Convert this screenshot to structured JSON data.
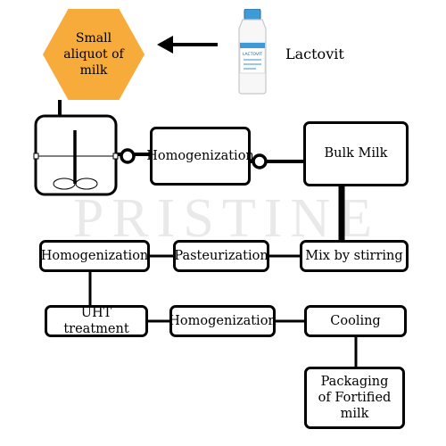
{
  "watermark": "PRISTINE",
  "inputs": {
    "aliquot": "Small aliquot of milk",
    "product": "Lactovit",
    "bottle_label": "LACTOVIT"
  },
  "steps": {
    "homogenization_1": "Homogenization",
    "bulk_milk": "Bulk Milk",
    "mix": "Mix by stirring",
    "pasteurization": "Pasteurization",
    "homogenization_2": "Homogenization",
    "uht": "UHT treatment",
    "homogenization_3": "Homogenization",
    "cooling": "Cooling",
    "packaging": "Packaging of Fortified milk"
  },
  "colors": {
    "hexagon": "#f7ab3a",
    "stroke": "#000000",
    "bottle_cap": "#3f9bd6"
  }
}
